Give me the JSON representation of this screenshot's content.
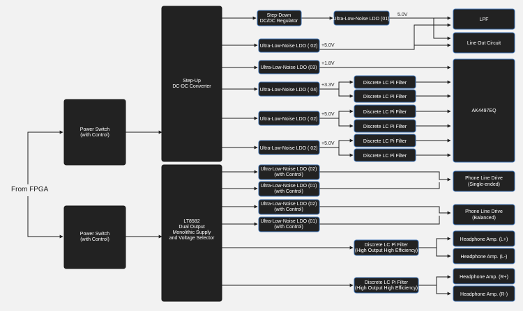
{
  "labels": {
    "from_fpga": "From FPGA",
    "v_ldo01": "5.0V",
    "v_ldo02_top": "+5.0V",
    "v_ldo03": "+1.8V",
    "v_ldo04": "+3.3V",
    "v_ldo02_mid": "+5.0V",
    "v_ldo02_low": "+5.0V"
  },
  "blocks": {
    "power_switch_1": {
      "line1": "Power Switch",
      "line2": "(with Control)"
    },
    "power_switch_2": {
      "line1": "Power Switch",
      "line2": "(with Control)"
    },
    "step_up": {
      "line1": "Step-Up",
      "line2": "DC-DC Converter"
    },
    "lt8582": {
      "line1": "LT8582",
      "line2": "Dual Output",
      "line3": "Monolithic Supply",
      "line4": "and Voltage Selector"
    },
    "step_down": {
      "line1": "Step-Down",
      "line2": "DC/DC Regulator"
    },
    "ldo01_top": {
      "line1": "Ultra-Low-Noise LDO (01)"
    },
    "ldo02_top": {
      "line1": "Ultra-Low-Noise LDO ( 02)"
    },
    "ldo03": {
      "line1": "Ultra-Low-Noise LDO (03)"
    },
    "ldo04": {
      "line1": "Ultra-Low-Noise LDO ( 04)"
    },
    "ldo02_mid": {
      "line1": "Ultra-Low-Noise LDO ( 02)"
    },
    "ldo02_low": {
      "line1": "Ultra-Low-Noise LDO ( 02)"
    },
    "ldo02_ctl_a": {
      "line1": "Ultra-Low-Noise LDO (02)",
      "line2": "(with Control)"
    },
    "ldo01_ctl_a": {
      "line1": "Ultra-Low-Noise LDO (01)",
      "line2": "(with Control)"
    },
    "ldo02_ctl_b": {
      "line1": "Ultra-Low-Noise LDO (02)",
      "line2": "(with Control)"
    },
    "ldo01_ctl_b": {
      "line1": "Ultra-Low-Noise LDO (01)",
      "line2": "(with Control)"
    },
    "lc_filter_label": "Discrete LC Pi  Filter",
    "lc_filter_he": {
      "line1": "Discrete LC Pi  Filter",
      "line2": "(High Output High Efficiency)"
    },
    "lpf": {
      "line1": "LPF"
    },
    "line_out": {
      "line1": "Line Out Circuit"
    },
    "ak4497": {
      "line1": "AK4497EQ"
    },
    "pld_se": {
      "line1": "Phone Line Drive",
      "line2": "(Single-ended)"
    },
    "pld_bal": {
      "line1": "Phone Line Drive",
      "line2": "(Balanced)"
    },
    "hp_l_plus": {
      "line1": "Headphone Amp. (L+)"
    },
    "hp_l_minus": {
      "line1": "Headphone Amp. (L-)"
    },
    "hp_r_plus": {
      "line1": "Headphone Amp. (R+)"
    },
    "hp_r_minus": {
      "line1": "Headphone Amp. (R-)"
    }
  },
  "colors": {
    "background": "#f2f2f2",
    "block_fill": "#222222",
    "block_border_accent": "#3a6fb0",
    "line": "#1e1e1e"
  }
}
